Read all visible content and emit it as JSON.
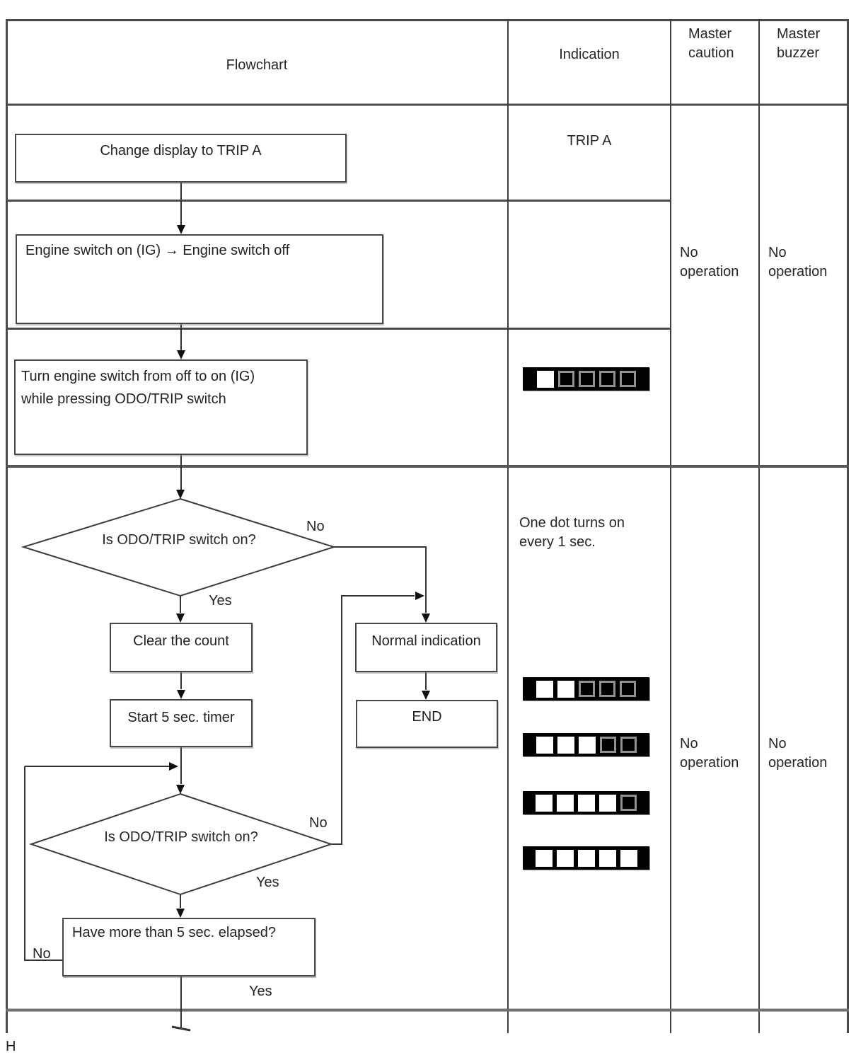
{
  "header": {
    "col_flowchart": "Flowchart",
    "col_indication": "Indication",
    "col_master_caution": "Master\ncaution",
    "col_master_buzzer": "Master\nbuzzer"
  },
  "flowchart": {
    "step1": "Change display to TRIP A",
    "step2": "Engine switch on (IG) → Engine switch off",
    "step3": "Turn engine switch from off to on (IG)\nwhile pressing ODO/TRIP switch",
    "decision1": "Is ODO/TRIP switch on?",
    "decision1_no": "No",
    "decision1_yes": "Yes",
    "clear_count": "Clear the count",
    "start_timer": "Start 5 sec. timer",
    "normal_indication": "Normal indication",
    "end": "END",
    "decision2": "Is ODO/TRIP switch on?",
    "decision2_no": "No",
    "decision2_yes": "Yes",
    "elapsed": "Have more than 5 sec. elapsed?",
    "elapsed_no": "No",
    "elapsed_yes": "Yes"
  },
  "indication": {
    "trip_a": "TRIP A",
    "dot_note": "One dot turns on\nevery 1 sec.",
    "dots": [
      [
        1,
        0,
        0,
        0,
        0
      ],
      [
        1,
        1,
        0,
        0,
        0
      ],
      [
        1,
        1,
        1,
        0,
        0
      ],
      [
        1,
        1,
        1,
        1,
        0
      ],
      [
        1,
        1,
        1,
        1,
        1
      ]
    ]
  },
  "master_caution": {
    "cell1": "No\noperation",
    "cell2": "No\noperation"
  },
  "master_buzzer": {
    "cell1": "No\noperation",
    "cell2": "No\noperation"
  },
  "footer": {
    "page_mark": "H"
  }
}
